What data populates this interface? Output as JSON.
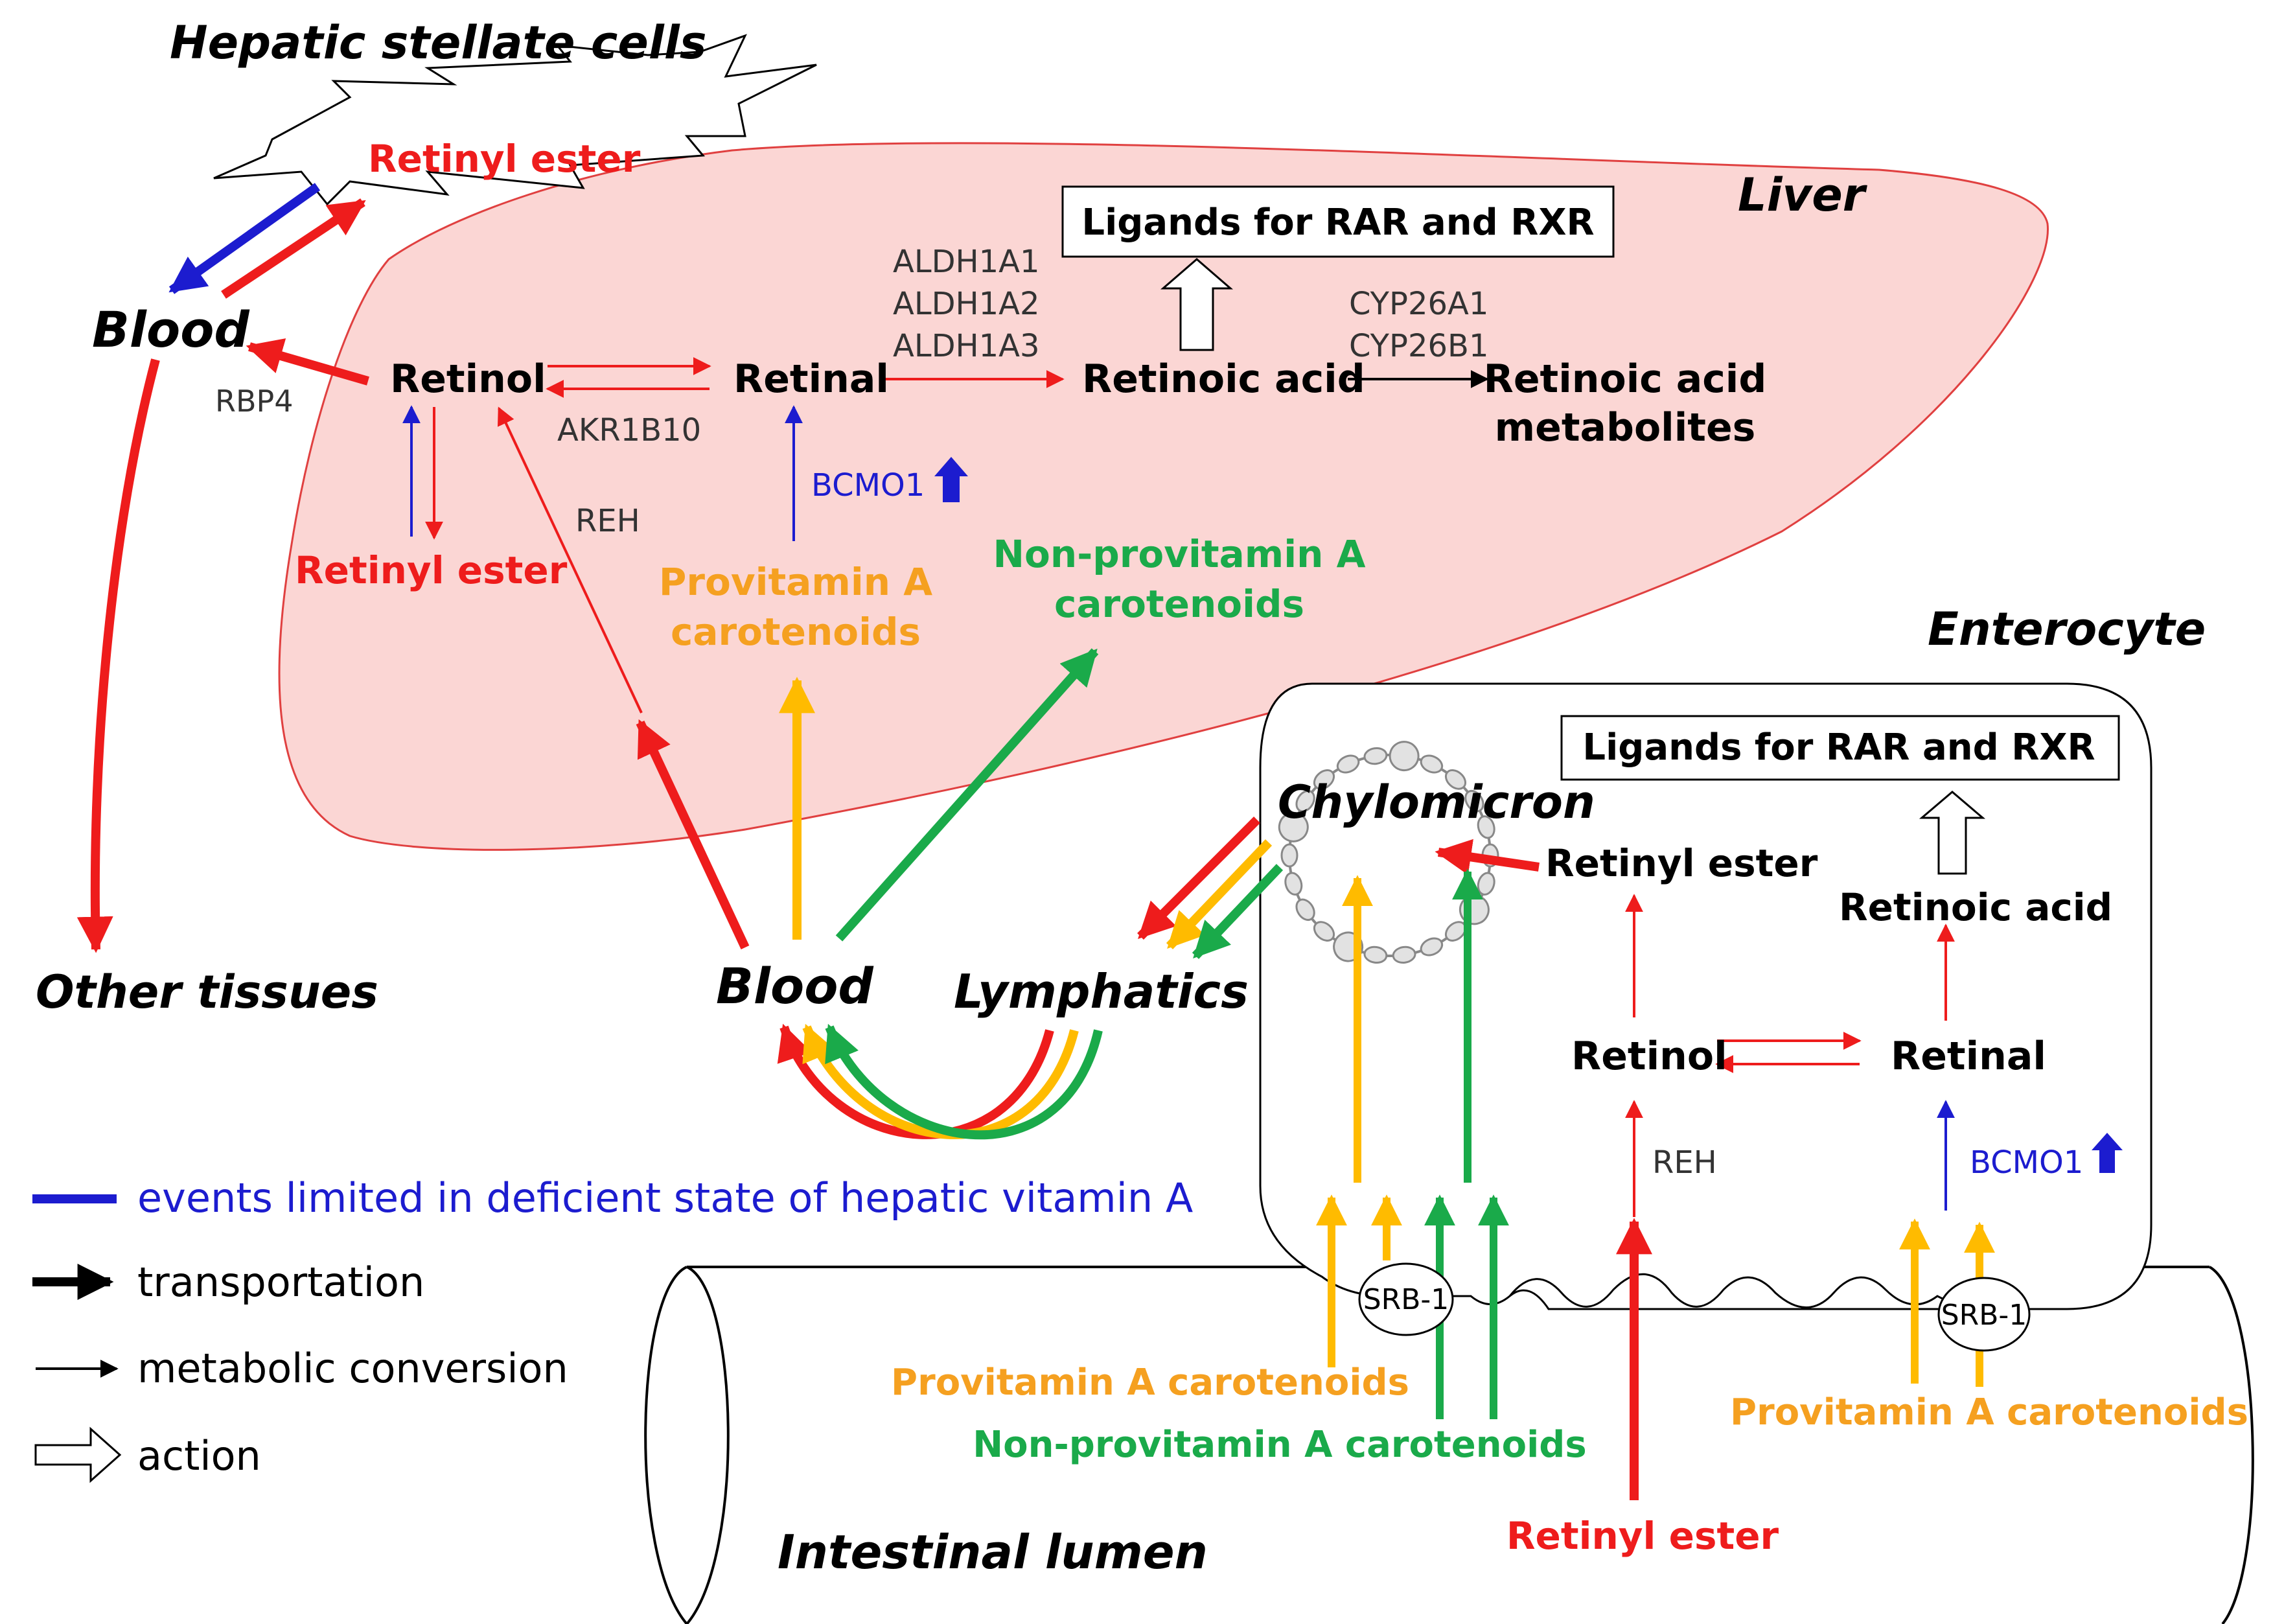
{
  "colors": {
    "vitamin_a": "#ee1c1c",
    "deficient": "#1c1ccf",
    "provitamin": "#ffbb00",
    "provitamin_text": "#f5a020",
    "non_provitamin": "#1aaa4a",
    "liver_fill": "#fbd6d4",
    "liver_stroke": "#e04040",
    "enzyme_text": "#333333"
  },
  "compartments": {
    "hsc": "Hepatic stellate cells",
    "liver": "Liver",
    "enterocyte": "Enterocyte",
    "intestinal_lumen": "Intestinal lumen",
    "blood_top": "Blood",
    "blood_mid": "Blood",
    "lymphatics": "Lymphatics",
    "other_tissues": "Other tissues",
    "chylomicron": "Chylomicron"
  },
  "liver": {
    "hsc_retinyl_ester": "Retinyl ester",
    "retinol": "Retinol",
    "retinal": "Retinal",
    "retinoic_acid": "Retinoic acid",
    "ra_metabolites_1": "Retinoic acid",
    "ra_metabolites_2": "metabolites",
    "ligands": "Ligands for RAR and RXR",
    "retinyl_ester": "Retinyl ester",
    "provitamin_1": "Provitamin A",
    "provitamin_2": "carotenoids",
    "non_provitamin_1": "Non-provitamin A",
    "non_provitamin_2": "carotenoids"
  },
  "enzymes": {
    "rbp4": "RBP4",
    "akr1b10": "AKR1B10",
    "aldh1a1": "ALDH1A1",
    "aldh1a2": "ALDH1A2",
    "aldh1a3": "ALDH1A3",
    "cyp26a1": "CYP26A1",
    "cyp26b1": "CYP26B1",
    "reh_liver": "REH",
    "bcmo1_liver": "BCMO1",
    "reh_ent": "REH",
    "bcmo1_ent": "BCMO1",
    "srb1_left": "SRB-1",
    "srb1_right": "SRB-1"
  },
  "enterocyte": {
    "ligands": "Ligands for RAR and RXR",
    "retinyl_ester": "Retinyl ester",
    "retinoic_acid": "Retinoic acid",
    "retinol": "Retinol",
    "retinal": "Retinal"
  },
  "lumen": {
    "provitamin_left": "Provitamin A carotenoids",
    "non_provitamin": "Non-provitamin A carotenoids",
    "retinyl_ester": "Retinyl ester",
    "provitamin_right": "Provitamin A carotenoids"
  },
  "legend": {
    "deficient": "events limited in deficient state of hepatic vitamin A",
    "transportation": "transportation",
    "metabolic": "metabolic conversion",
    "action": "action"
  }
}
